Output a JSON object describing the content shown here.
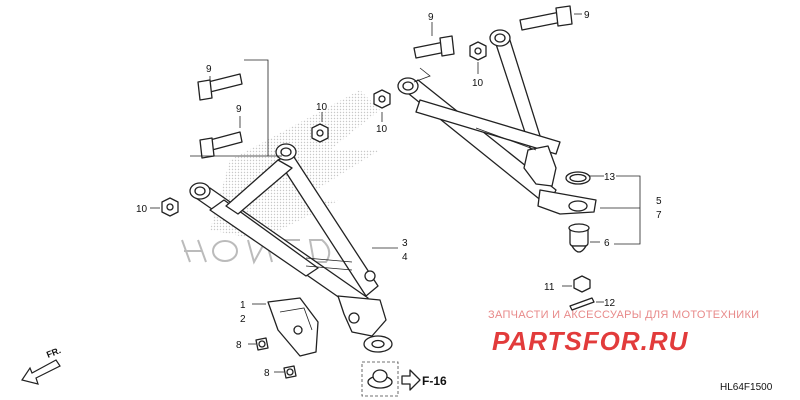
{
  "diagram": {
    "callouts": {
      "p1": "1",
      "p2": "2",
      "p3": "3",
      "p4": "4",
      "p5": "5",
      "p6": "6",
      "p7": "7",
      "p8a": "8",
      "p8b": "8",
      "p9a": "9",
      "p9b": "9",
      "p9c": "9",
      "p9d": "9",
      "p10a": "10",
      "p10b": "10",
      "p10c": "10",
      "p10d": "10",
      "p11": "11",
      "p12": "12",
      "p13": "13"
    },
    "reference": "F-16",
    "direction_label": "FR.",
    "diagram_code": "HL64F1500",
    "watermark": {
      "text_ru": "ЗАПЧАСТИ И АКСЕССУАРЫ ДЛЯ МОТОТЕХНИКИ",
      "logo": "PARTSFOR.RU"
    },
    "colors": {
      "ink": "#222222",
      "watermark_red": "#e23b3b",
      "watermark_pink": "#e88a8a",
      "brand_dots": "#c8c8c8"
    }
  }
}
